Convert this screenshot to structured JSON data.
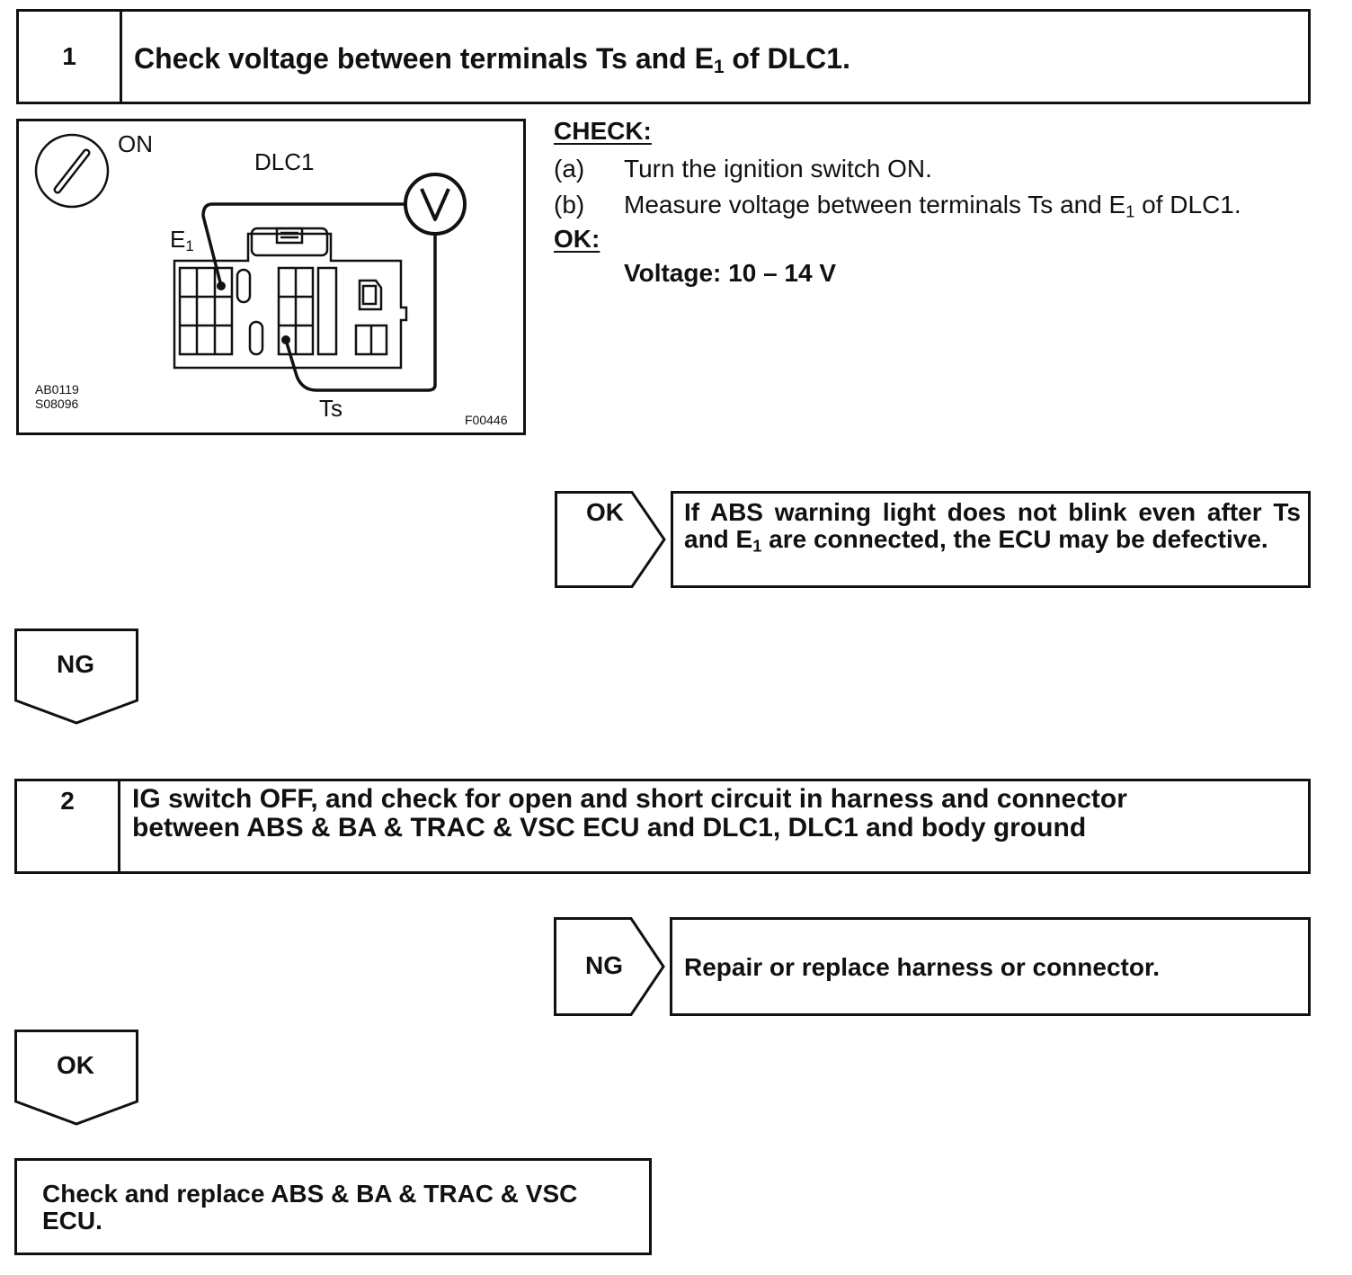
{
  "step1": {
    "number": "1",
    "title_pre": "Check voltage between terminals Ts and E",
    "title_sub": "1",
    "title_post": " of DLC1."
  },
  "figure": {
    "on_label": "ON",
    "dlc_label": "DLC1",
    "e1_label": "E",
    "e1_sub": "1",
    "ts_label": "Ts",
    "voltmeter_symbol": "V",
    "code_left_1": "AB0119",
    "code_left_2": "S08096",
    "code_right": "F00446"
  },
  "check": {
    "label": "CHECK:",
    "items": [
      {
        "letter": "(a)",
        "text": "Turn the ignition switch ON."
      },
      {
        "letter": "(b)",
        "text_pre": "Measure voltage between terminals Ts and E",
        "text_sub": "1",
        "text_post": " of DLC1."
      }
    ],
    "ok_label": "OK:",
    "ok_value": "Voltage: 10 – 14 V"
  },
  "result1_ok": {
    "tag": "OK",
    "text_pre": "If ABS warning light does not blink even after Ts and E",
    "text_sub": "1",
    "text_post": " are connected, the ECU may be defective."
  },
  "flow1_ng": {
    "tag": "NG"
  },
  "step2": {
    "number": "2",
    "title_line1": "IG switch OFF, and check for open and short circuit in harness and connector",
    "title_line2": "between ABS & BA & TRAC & VSC ECU and DLC1, DLC1 and body ground"
  },
  "result2_ng": {
    "tag": "NG",
    "text": "Repair or replace harness or connector."
  },
  "flow2_ok": {
    "tag": "OK"
  },
  "final": {
    "text_line1": "Check and replace ABS & BA & TRAC & VSC",
    "text_line2": "ECU."
  }
}
